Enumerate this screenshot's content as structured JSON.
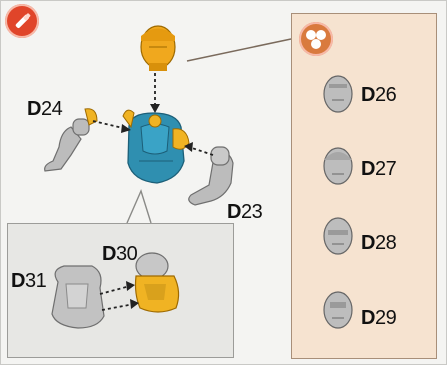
{
  "labels": {
    "D24": {
      "prefix": "D",
      "num": "24"
    },
    "D23": {
      "prefix": "D",
      "num": "23"
    },
    "D30": {
      "prefix": "D",
      "num": "30"
    },
    "D31": {
      "prefix": "D",
      "num": "31"
    }
  },
  "heads": [
    {
      "prefix": "D",
      "num": "26"
    },
    {
      "prefix": "D",
      "num": "27"
    },
    {
      "prefix": "D",
      "num": "28"
    },
    {
      "prefix": "D",
      "num": "29"
    }
  ],
  "icons": {
    "tool": "screwdriver-icon",
    "heads": "three-heads-icon"
  },
  "colors": {
    "torso": "#2f8fb0",
    "accent": "#f0b323",
    "metal": "#bcbcbc",
    "badge_tool": "#e0452a",
    "badge_heads": "#d97a3e"
  }
}
